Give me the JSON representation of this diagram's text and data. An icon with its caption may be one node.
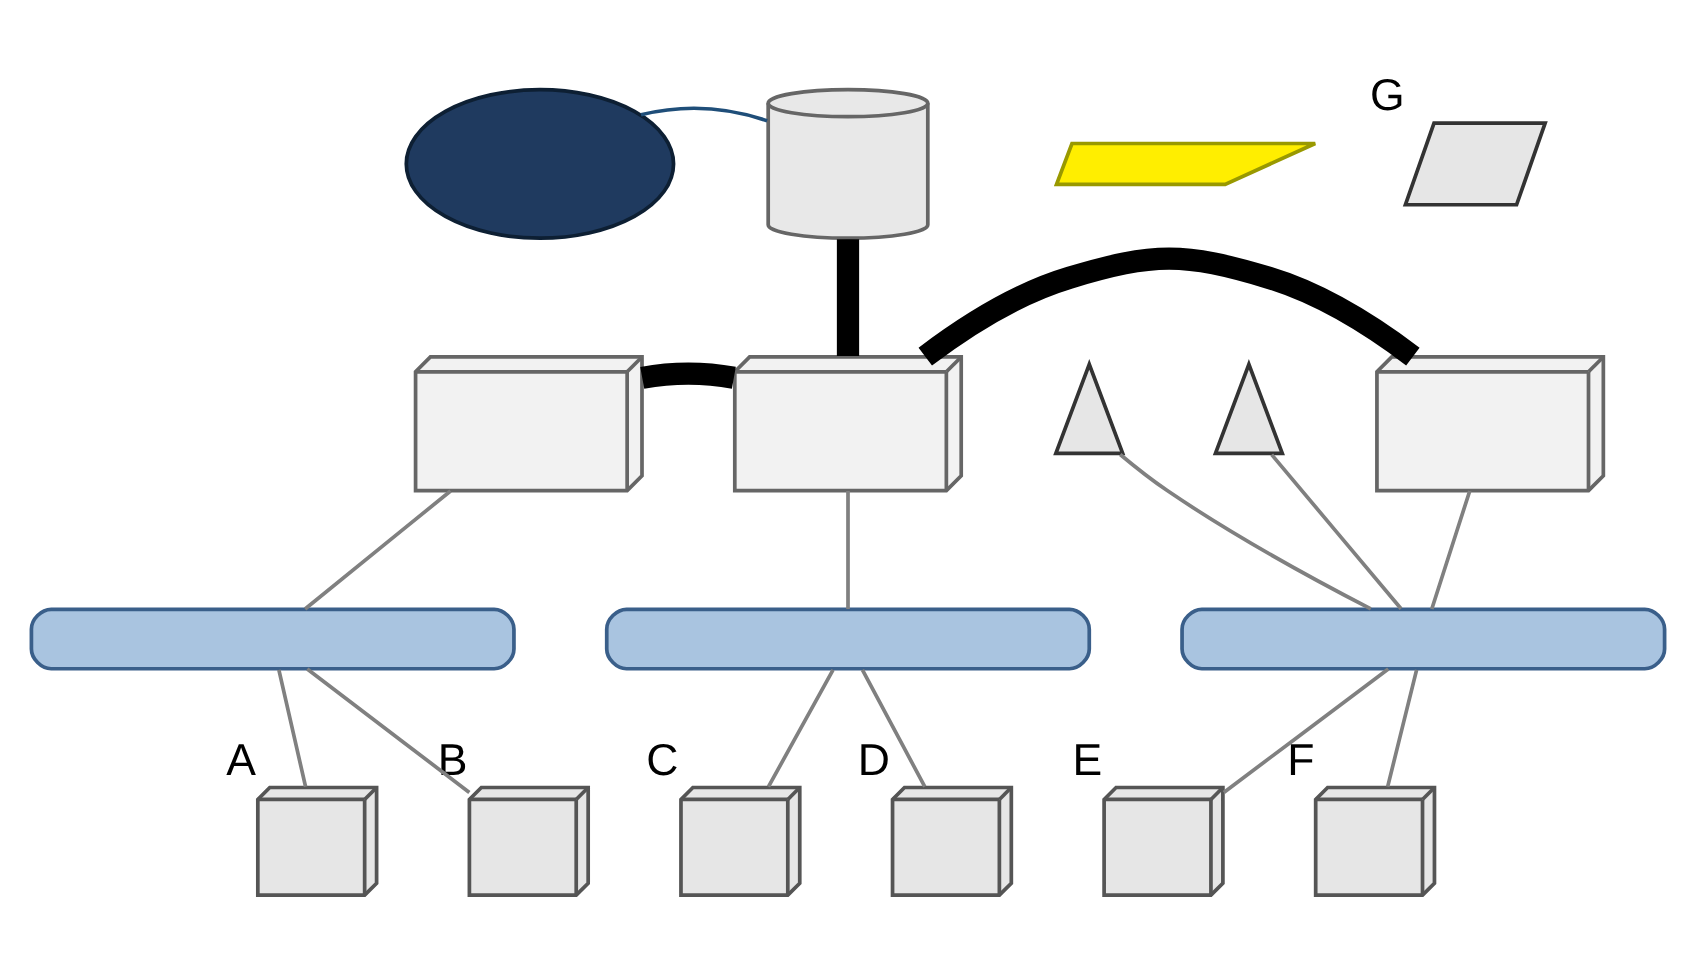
{
  "diagram": {
    "nodes": [
      {
        "text": [],
        "shape": "cloud"
      },
      {
        "text": [],
        "shape": "circle"
      },
      {
        "text": [],
        "shape": "bolt"
      },
      {
        "text": [],
        "shape": "laptop",
        "beside": [
          "G"
        ]
      },
      {
        "text": [],
        "shape": "antenna"
      },
      {
        "text": [],
        "shape": "antenna"
      },
      {
        "text": [],
        "shape": "cylinder"
      },
      {
        "text": [],
        "shape": "box"
      },
      {
        "text": [],
        "shape": "box"
      },
      {
        "text": [],
        "shape": "box"
      },
      {
        "text": [],
        "shape": "cylinder"
      },
      {
        "text": [],
        "shape": "cylinder"
      },
      {
        "text": [],
        "shape": "computer",
        "beside": [
          "A"
        ]
      },
      {
        "text": [],
        "shape": "computer",
        "beside": [
          "B"
        ]
      },
      {
        "text": [],
        "shape": "computer",
        "beside": [
          "E"
        ]
      },
      {
        "text": [],
        "shape": "computer",
        "beside": [
          "F"
        ]
      },
      {
        "text": [],
        "shape": "computer",
        "beside": [
          "C"
        ]
      },
      {
        "text": [],
        "shape": "computer",
        "beside": [
          "D"
        ]
      }
    ],
    "edges": [
      {
        "from": 0,
        "to": 1,
        "arrow": "none",
        "color": "#1f4e79"
      },
      {
        "from": 1,
        "to": 8,
        "arrow": "none",
        "style": "thick",
        "color": "#000000"
      },
      {
        "from": 6,
        "to": 7,
        "arrow": "none"
      },
      {
        "from": 7,
        "to": 8,
        "arrow": "none",
        "style": "thick",
        "color": "#000000"
      },
      {
        "from": 8,
        "to": 9,
        "arrow": "none",
        "style": "thick",
        "color": "#000000"
      },
      {
        "from": 9,
        "to": 11,
        "arrow": "none"
      },
      {
        "from": 8,
        "to": 10,
        "arrow": "none"
      },
      {
        "from": 6,
        "to": 12,
        "arrow": "none"
      },
      {
        "from": 6,
        "to": 13,
        "arrow": "none"
      },
      {
        "from": 4,
        "to": 11,
        "arrow": "none"
      },
      {
        "from": 5,
        "to": 11,
        "arrow": "none"
      },
      {
        "from": 11,
        "to": 14,
        "arrow": "none"
      },
      {
        "from": 11,
        "to": 15,
        "arrow": "none"
      },
      {
        "from": 10,
        "to": 16,
        "arrow": "none"
      },
      {
        "from": 10,
        "to": 17,
        "arrow": "none"
      }
    ]
  }
}
